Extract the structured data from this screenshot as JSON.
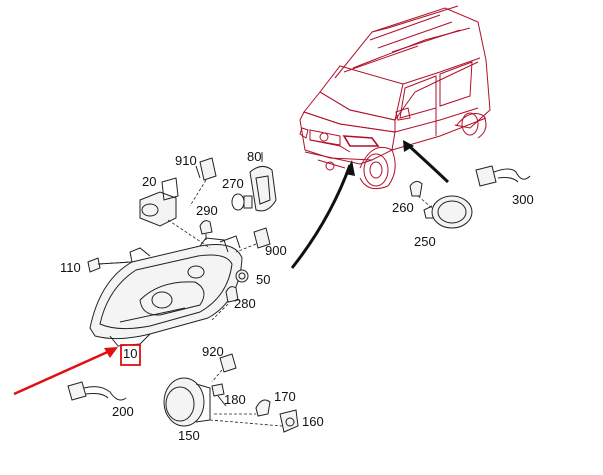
{
  "labels": {
    "l910": "910",
    "l80": "80",
    "l20": "20",
    "l270": "270",
    "l290": "290",
    "l900": "900",
    "l110": "110",
    "l50": "50",
    "l280": "280",
    "l10": "10",
    "l920": "920",
    "l200": "200",
    "l180": "180",
    "l170": "170",
    "l160": "160",
    "l150": "150",
    "l260": "260",
    "l250": "250",
    "l300": "300"
  },
  "colors": {
    "highlight": "#b0102a",
    "ink": "#222222",
    "arrow": "#e01010",
    "selection_box": "#e01010"
  },
  "annotation": {
    "highlighted_part": "10",
    "arrow_target": "10"
  }
}
